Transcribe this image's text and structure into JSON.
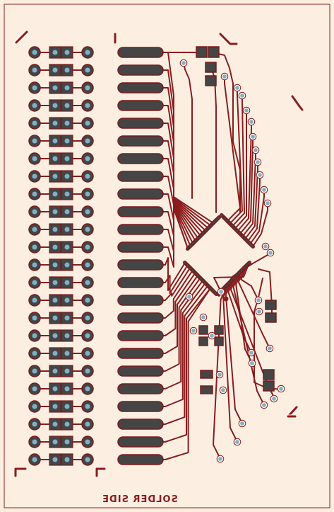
{
  "board": {
    "title": "SOLDER SIDE",
    "background_color": "#fdeee2",
    "border_color": "#8a1c1c",
    "trace_color": "#8a1c1c",
    "pad_color": "#454545",
    "via_color": "#7fb0c8"
  },
  "connector": {
    "pins": 24
  },
  "edge_fingers": {
    "count": 24
  }
}
